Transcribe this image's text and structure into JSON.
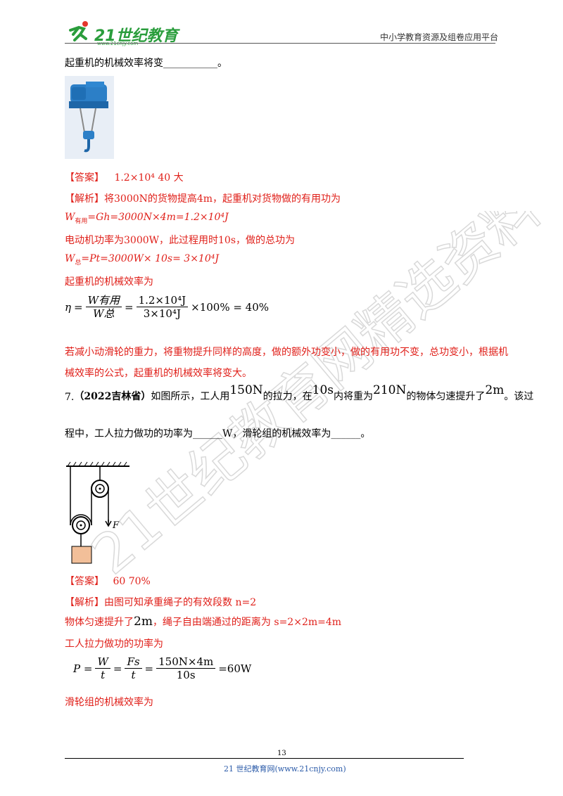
{
  "header": {
    "logo_text": "21世纪教育",
    "logo_sub": "www.21cnjy.com",
    "platform": "中小学教育资源及组卷应用平台"
  },
  "q6_tail": "起重机的机械效率将变___________。",
  "answer6": {
    "label": "【答案】",
    "values": "1.2×10⁴   40   大"
  },
  "analysis6": {
    "label": "【解析】",
    "line1": "将3000N的货物提高4m，起重机对货物做的有用功为",
    "line2_lhs": "W",
    "line2_sub": "有用",
    "line2_rhs": "=Gh=3000N×4m=1.2×10⁴J",
    "line3": "电动机功率为3000W，此过程用时10s，做的总功为",
    "line4_lhs": "W",
    "line4_sub": "总",
    "line4_rhs": "=Pt=3000W× 10s= 3×10⁴J",
    "line5": "起重机的机械效率为",
    "eta": "η",
    "frac1_num": "W有用",
    "frac1_den": "W总",
    "frac2_num": "1.2×10⁴J",
    "frac2_den": "3×10⁴J",
    "eta_tail": "×100% = 40%",
    "line6a": "若减小动滑轮的重力，将重物提升同样的高度，做的额外功变小，做的有用功不变，总功变小，根据机",
    "line6b": "械效率的公式，起重机的机械效率将变大。"
  },
  "q7": {
    "number": "7.",
    "source": "（2022吉林省）",
    "t1": "如图所示，工人用",
    "f1": "150N",
    "t2": "的拉力，在",
    "f2": "10s",
    "t3": "内将重为",
    "f3": "210N",
    "t4": "的物体匀速提升了",
    "f4": "2m",
    "t5": "。该过",
    "line2": "程中，工人拉力做功的功率为______W，滑轮组的机械效率为______。",
    "force_label": "F"
  },
  "answer7": {
    "label": "【答案】",
    "values": "60   70%"
  },
  "analysis7": {
    "label": "【解析】",
    "line1": "由图可知承重绳子的有效段数 n=2",
    "line2a": "物体匀速提升了",
    "line2b": "2m",
    "line2c": "，绳子自由端通过的距离为 s=2×2m=4m",
    "line3": "工人拉力做功的功率为",
    "p_lhs": "P =",
    "pf1_num": "W",
    "pf1_den": "t",
    "pf2_num": "Fs",
    "pf2_den": "t",
    "pf3_num": "150N×4m",
    "pf3_den": "10s",
    "p_tail": "=60W",
    "line4": "滑轮组的机械效率为"
  },
  "footer": {
    "page_number": "13",
    "site": "21 世纪教育网(www.21cnjy.com)"
  },
  "watermark_text": "21世纪教育网精选资料",
  "colors": {
    "red": "#e0201a",
    "logo_green": "#2a9d3c",
    "box": "#f2bf99"
  }
}
